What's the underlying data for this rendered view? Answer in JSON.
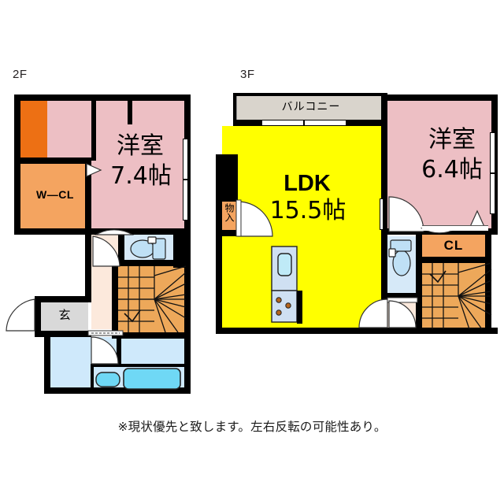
{
  "document": {
    "type": "real-estate-floor-plan",
    "caption": "※現状優先と致します。左右反転の可能性あり。"
  },
  "floors": [
    {
      "id": "2F",
      "label": "2F",
      "rooms": [
        {
          "name": "western-room",
          "label_main": "洋室",
          "label_size": "7.4帖",
          "color": "#edbfc4"
        },
        {
          "name": "walk-in-closet",
          "label": "W—CL",
          "color": "#f4a460"
        },
        {
          "name": "balcony-strip",
          "label": "",
          "color": "#ed7014"
        },
        {
          "name": "toilet",
          "label": "",
          "color": "#d6e9f8"
        },
        {
          "name": "staircase",
          "label": "",
          "color": "#eda85a"
        },
        {
          "name": "entrance",
          "label": "玄",
          "color": "#d9d9d9"
        },
        {
          "name": "hallway",
          "label": "",
          "color": "#fce9dc"
        },
        {
          "name": "bathroom",
          "label": "",
          "color": "#cfe9fb"
        }
      ]
    },
    {
      "id": "3F",
      "label": "3F",
      "rooms": [
        {
          "name": "ldk",
          "label_main": "LDK",
          "label_size": "15.5帖",
          "color": "#ffff00"
        },
        {
          "name": "balcony",
          "label": "バルコニー",
          "color": "#d9d4cc"
        },
        {
          "name": "western-room",
          "label_main": "洋室",
          "label_size": "6.4帖",
          "color": "#edbfc4"
        },
        {
          "name": "closet",
          "label": "CL",
          "color": "#f4a460"
        },
        {
          "name": "storage",
          "label": "物入",
          "color": "#f4a460"
        },
        {
          "name": "toilet",
          "label": "",
          "color": "#d6e9f8"
        },
        {
          "name": "staircase",
          "label": "",
          "color": "#eda85a"
        },
        {
          "name": "hallway",
          "label": "",
          "color": "#fce9dc"
        }
      ]
    }
  ],
  "colors": {
    "wall": "#000000",
    "bedroom": "#edbfc4",
    "ldk": "#ffff00",
    "closet": "#f4a460",
    "balcony_strip": "#ed7014",
    "balcony": "#d9d4cc",
    "water": "#d6e9f8",
    "bath": "#cfe9fb",
    "stairs": "#eda85a",
    "entrance": "#d9d9d9",
    "hall": "#fce9dc",
    "text": "#000000"
  }
}
